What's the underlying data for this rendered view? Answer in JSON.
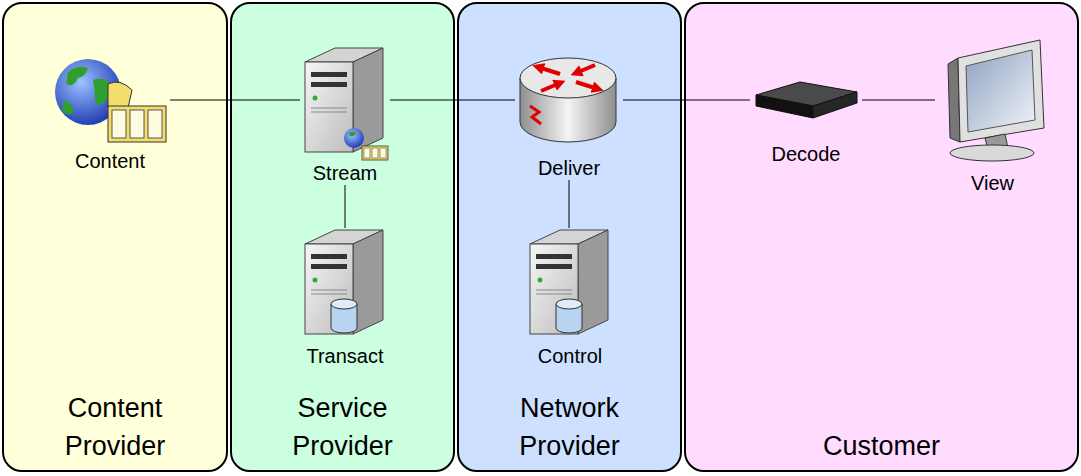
{
  "diagram": {
    "nodes": [
      {
        "text": [
          "Content Provider"
        ]
      },
      {
        "text": [
          "Content"
        ],
        "in": 0
      },
      {
        "text": [
          "Service Provider"
        ]
      },
      {
        "text": [
          "Stream"
        ],
        "in": 2
      },
      {
        "text": [
          "Transact"
        ],
        "in": 2
      },
      {
        "text": [
          "Network Provider"
        ]
      },
      {
        "text": [
          "Deliver"
        ],
        "in": 5
      },
      {
        "text": [
          "Control"
        ],
        "in": 5
      },
      {
        "text": [
          "Customer"
        ]
      },
      {
        "text": [
          "Decode"
        ],
        "in": 8
      },
      {
        "text": [
          "View"
        ],
        "in": 8
      }
    ],
    "edges": [
      {
        "from": 1,
        "to": 3,
        "arrow": "none"
      },
      {
        "from": 3,
        "to": 6,
        "arrow": "none"
      },
      {
        "from": 6,
        "to": 9,
        "arrow": "none"
      },
      {
        "from": 9,
        "to": 10,
        "arrow": "none"
      },
      {
        "from": 3,
        "to": 4,
        "arrow": "none"
      },
      {
        "from": 6,
        "to": 7,
        "arrow": "none"
      }
    ]
  }
}
